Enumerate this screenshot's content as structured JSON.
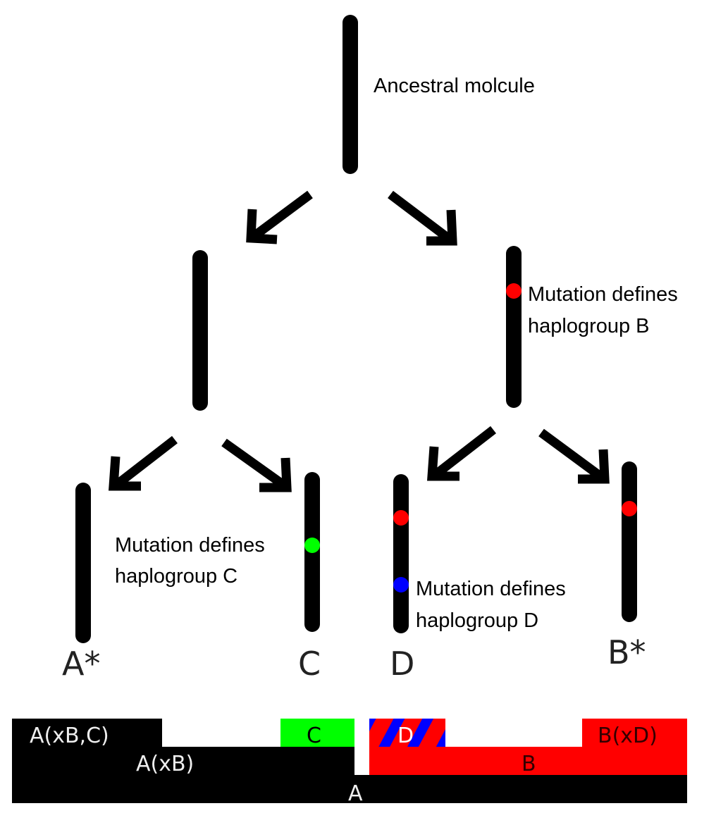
{
  "labels": {
    "ancestral": "Ancestral molcule",
    "mut_b_1": "Mutation defines",
    "mut_b_2": "haplogroup B",
    "mut_c_1": "Mutation defines",
    "mut_c_2": "haplogroup C",
    "mut_d_1": "Mutation defines",
    "mut_d_2": "haplogroup D"
  },
  "leaves": {
    "a": "A*",
    "c": "C",
    "d": "D",
    "b": "B*"
  },
  "bar": {
    "axbc": "A(xB,C)",
    "axb": "A(xB)",
    "a": "A",
    "c": "C",
    "d": "D",
    "b": "B",
    "bxd": "B(xD)"
  },
  "colors": {
    "b": "#ff0000",
    "c": "#00ff00",
    "d": "#0000ff",
    "chromosome": "#000000"
  }
}
